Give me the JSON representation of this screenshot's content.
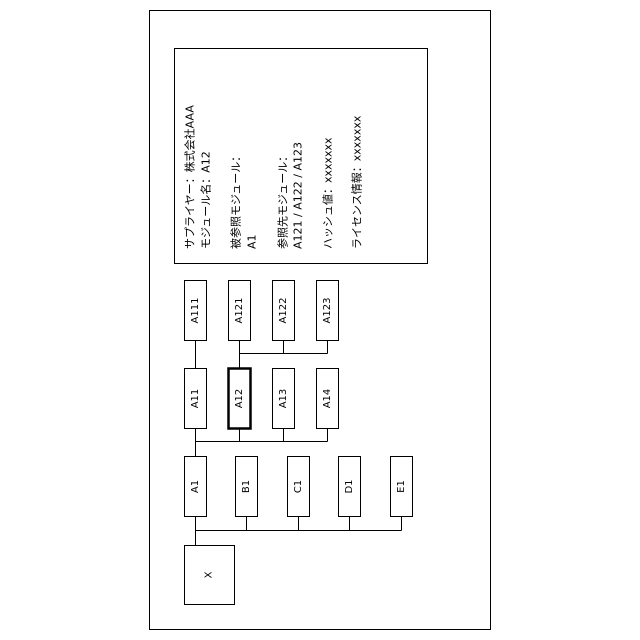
{
  "info_panel": {
    "supplier": "サプライヤー：株式会社AAA",
    "module_name": "モジュール名：A12",
    "referenced_by_label": "被参照モジュール：",
    "referenced_by": "A1",
    "references_label": "参照先モジュール：",
    "references": "A121 / A122 / A123",
    "hash": "ハッシュ値：xxxxxxx",
    "license": "ライセンス情報：xxxxxxx"
  },
  "nodes": {
    "X": "X",
    "A1": "A1",
    "B1": "B1",
    "C1": "C1",
    "D1": "D1",
    "E1": "E1",
    "A11": "A11",
    "A12": "A12",
    "A13": "A13",
    "A14": "A14",
    "A111": "A111",
    "A121": "A121",
    "A122": "A122",
    "A123": "A123"
  },
  "selected_node": "A12"
}
